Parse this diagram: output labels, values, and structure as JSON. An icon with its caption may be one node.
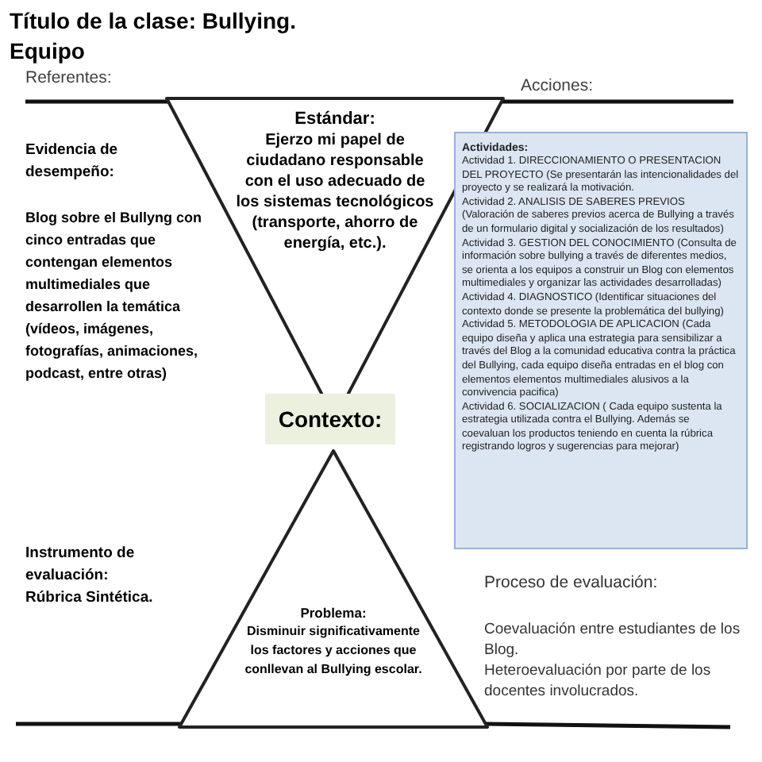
{
  "diagram": {
    "title": "Título de la clase: Bullying.",
    "nodes": [
      {
        "text": [
          "Estándar:",
          "Ejerzo mi papel de ciudadano responsable con el uso adecuado de los sistemas tecnológicos (transporte, ahorro de energía, etc.)."
        ]
      },
      {
        "text": [
          "Actividades:",
          "Actividad 1. DIRECCIONAMIENTO O PRESENTACION DEL PROYECTO  (Se presentarán las intencionalidades del proyecto y se realizará la motivación.",
          "Actividad 2. ANALISIS DE SABERES PREVIOS   (Valoración de saberes previos acerca de Bullying   a través de un formulario digital y socialización de los resultados)",
          "Actividad 3. GESTION DEL CONOCIMIENTO     (Consulta de información sobre bullying a través de diferentes medios, se orienta a los equipos a construir un Blog con  elementos multimediales  y organizar las actividades desarrolladas)",
          "Actividad 4. DIAGNOSTICO       (Identificar situaciones del contexto donde se presente la problemática del bullying)",
          "Actividad 5. METODOLOGIA DE APLICACION  (Cada equipo diseña y aplica una estrategia para sensibilizar a través del Blog a la comunidad educativa contra la práctica del Bullying, cada equipo diseña entradas en el blog con elementos elementos multimediales alusivos a la convivencia pacifica)",
          "Actividad 6. SOCIALIZACION  ( Cada equipo sustenta la estrategia utilizada contra el Bullying. Además se coevaluan los productos teniendo en cuenta la rúbrica registrando logros y  sugerencias para mejorar)"
        ]
      },
      {
        "text": [
          "Contexto:"
        ]
      },
      {
        "text": [
          "Problema:",
          "Disminuir significativamente los factores y acciones que conllevan al Bullying escolar."
        ]
      }
    ],
    "labels": [
      "Equipo",
      "Referentes:",
      "Acciones:",
      "Evidencia de desempeño:",
      "Blog sobre el Bullyng con cinco entradas que contengan elementos multimediales  que desarrollen la temática (vídeos, imágenes, fotografías, animaciones, podcast, entre otras)",
      "Instrumento de evaluación:",
      "Rúbrica Sintética.",
      "Proceso de evaluación:",
      "Coevaluación entre estudiantes de los Blog.",
      "Heteroevaluación por parte de los docentes involucrados."
    ]
  }
}
